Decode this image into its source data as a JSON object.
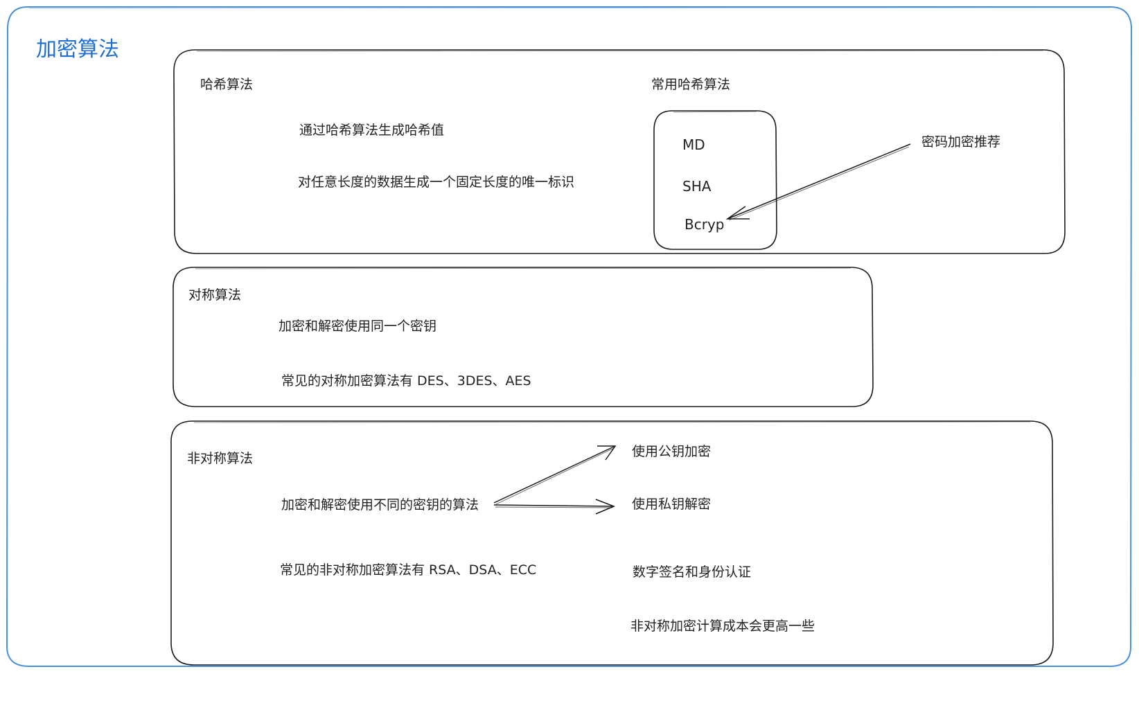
{
  "title": "加密算法",
  "colors": {
    "title": "#1f6fd1",
    "frame": "#4a90d9",
    "stroke": "#1a1a1a"
  },
  "hash": {
    "heading": "哈希算法",
    "desc1": "通过哈希算法生成哈希值",
    "desc2": "对任意长度的数据生成一个固定长度的唯一标识",
    "common_heading": "常用哈希算法",
    "algorithms": [
      "MD",
      "SHA",
      "Bcryp"
    ],
    "recommend_note": "密码加密推荐"
  },
  "symmetric": {
    "heading": "对称算法",
    "desc1": "加密和解密使用同一个密钥",
    "desc2": "常见的对称加密算法有 DES、3DES、AES"
  },
  "asymmetric": {
    "heading": "非对称算法",
    "desc1": "加密和解密使用不同的密钥的算法",
    "desc2": "常见的非对称加密算法有 RSA、DSA、ECC",
    "branch1": "使用公钥加密",
    "branch2": "使用私钥解密",
    "use_case": "数字签名和身份认证",
    "cost_note": "非对称加密计算成本会更高一些"
  }
}
